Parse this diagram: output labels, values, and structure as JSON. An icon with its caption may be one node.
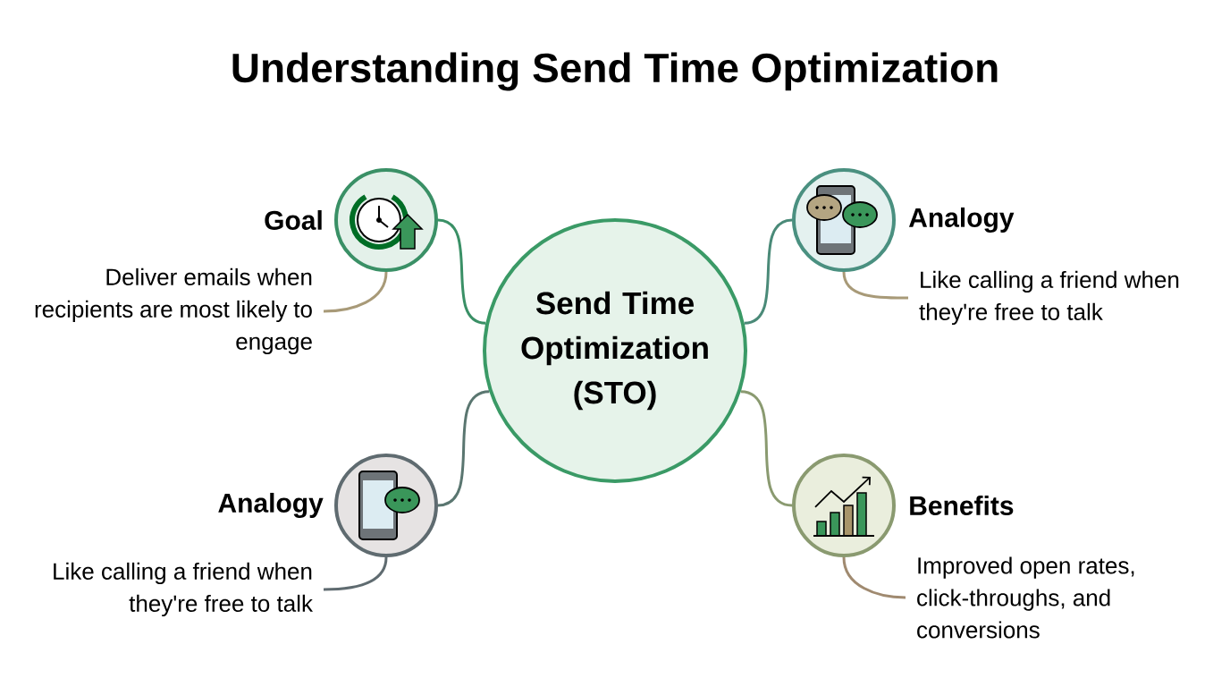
{
  "diagram": {
    "title": "Understanding Send Time Optimization",
    "nodes": [
      {
        "text": [
          "Send Time Optimization (STO)"
        ]
      },
      {
        "text": [
          "Goal"
        ]
      },
      {
        "text": [
          "Deliver emails when recipients are most likely to engage"
        ]
      },
      {
        "text": [
          "Analogy"
        ]
      },
      {
        "text": [
          "Like calling a friend when they're free to talk"
        ]
      },
      {
        "text": [
          "Analogy"
        ]
      },
      {
        "text": [
          "Like calling a friend when they're free to talk"
        ]
      },
      {
        "text": [
          "Benefits"
        ]
      },
      {
        "text": [
          "Improved open rates, click-throughs, and conversions"
        ]
      }
    ],
    "edges": [
      {
        "from": 0,
        "to": 1,
        "arrow": "none",
        "color": "#3a9066"
      },
      {
        "from": 1,
        "to": 2,
        "arrow": "none",
        "color": "#a89a78"
      },
      {
        "from": 0,
        "to": 3,
        "arrow": "none",
        "color": "#4a8a78"
      },
      {
        "from": 3,
        "to": 4,
        "arrow": "none",
        "color": "#a89a78"
      },
      {
        "from": 0,
        "to": 5,
        "arrow": "none",
        "color": "#5a7670"
      },
      {
        "from": 5,
        "to": 6,
        "arrow": "none",
        "color": "#5f6b70"
      },
      {
        "from": 0,
        "to": 7,
        "arrow": "none",
        "color": "#8a9a70"
      },
      {
        "from": 7,
        "to": 8,
        "arrow": "none",
        "color": "#a08a70"
      }
    ]
  }
}
